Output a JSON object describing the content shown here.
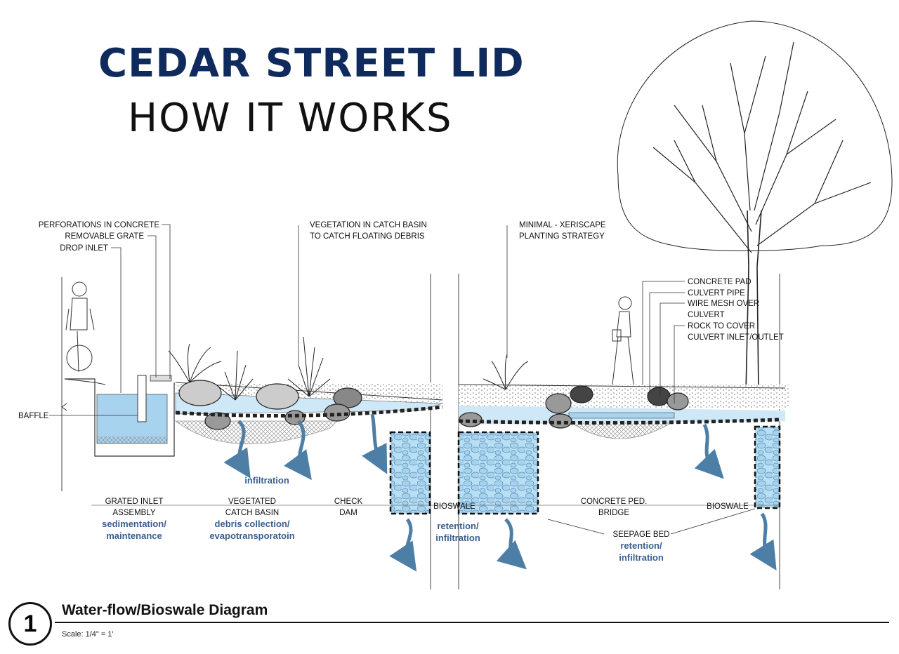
{
  "header": {
    "title": "CEDAR STREET LID",
    "subtitle": "HOW IT WORKS"
  },
  "callouts": {
    "perforations": "PERFORATIONS IN CONCRETE",
    "grate": "REMOVABLE GRATE",
    "drop_inlet": "DROP INLET",
    "baffle": "BAFFLE",
    "vegetation_1": "VEGETATION IN CATCH BASIN",
    "vegetation_2": "TO CATCH FLOATING DEBRIS",
    "xeriscape_1": "MINIMAL - XERISCAPE",
    "xeriscape_2": "PLANTING STRATEGY",
    "concrete_pad": "CONCRETE PAD",
    "culvert_pipe": "CULVERT PIPE",
    "wire_mesh_1": "WIRE MESH OVER",
    "wire_mesh_2": "CULVERT",
    "rock_cover_1": "ROCK TO COVER",
    "rock_cover_2": "CULVERT INLET/OUTLET"
  },
  "zones": {
    "grated_inlet_1": "GRATED INLET",
    "grated_inlet_2": "ASSEMBLY",
    "grated_inlet_role_1": "sedimentation/",
    "grated_inlet_role_2": "maintenance",
    "catch_basin_1": "VEGETATED",
    "catch_basin_2": "CATCH BASIN",
    "catch_basin_role_1": "debris collection/",
    "catch_basin_role_2": "evapotransporatoin",
    "check_dam_1": "CHECK",
    "check_dam_2": "DAM",
    "bioswale_left": "BIOSWALE",
    "bioswale_left_role_1": "retention/",
    "bioswale_left_role_2": "infiltration",
    "ped_bridge_1": "CONCRETE PED.",
    "ped_bridge_2": "BRIDGE",
    "bioswale_right": "BIOSWALE",
    "seepage_bed": "SEEPAGE BED",
    "seepage_role_1": "retention/",
    "seepage_role_2": "infiltration",
    "infiltration": "infiltration"
  },
  "caption": {
    "number": "1",
    "title": "Water-flow/Bioswale Diagram",
    "scale": "Scale:  1/4\" = 1'"
  },
  "colors": {
    "title_blue": "#0f2a5c",
    "water_blue": "#a8d3ef",
    "annotation_blue": "#3a5f8f"
  }
}
